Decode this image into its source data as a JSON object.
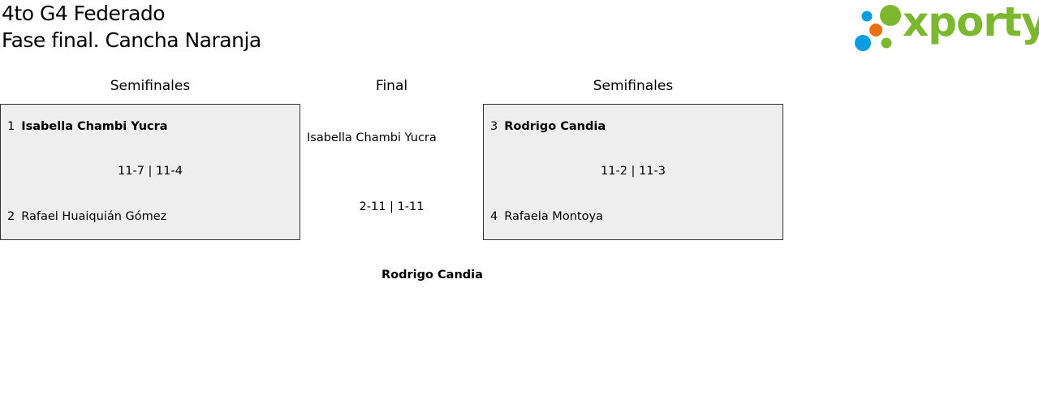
{
  "title": {
    "line1": "4to G4 Federado",
    "line2": "Fase final. Cancha Naranja"
  },
  "logo": {
    "text": "xporty",
    "colors": {
      "green": "#7cb82f",
      "blue": "#0a9ee0",
      "orange": "#e8700e"
    }
  },
  "headers": {
    "left": "Semifinales",
    "center": "Final",
    "right": "Semifinales"
  },
  "semi_left": {
    "p1_seed": "1",
    "p1_name": "Isabella Chambi Yucra",
    "score": "11-7 | 11-4",
    "p2_seed": "2",
    "p2_name": "Rafael Huaiquián Gómez"
  },
  "semi_right": {
    "p1_seed": "3",
    "p1_name": "Rodrigo Candia",
    "score": "11-2 | 11-3",
    "p2_seed": "4",
    "p2_name": "Rafaela Montoya"
  },
  "final": {
    "player1": "Isabella Chambi Yucra",
    "score": "2-11 | 1-11",
    "winner": "Rodrigo Candia"
  }
}
